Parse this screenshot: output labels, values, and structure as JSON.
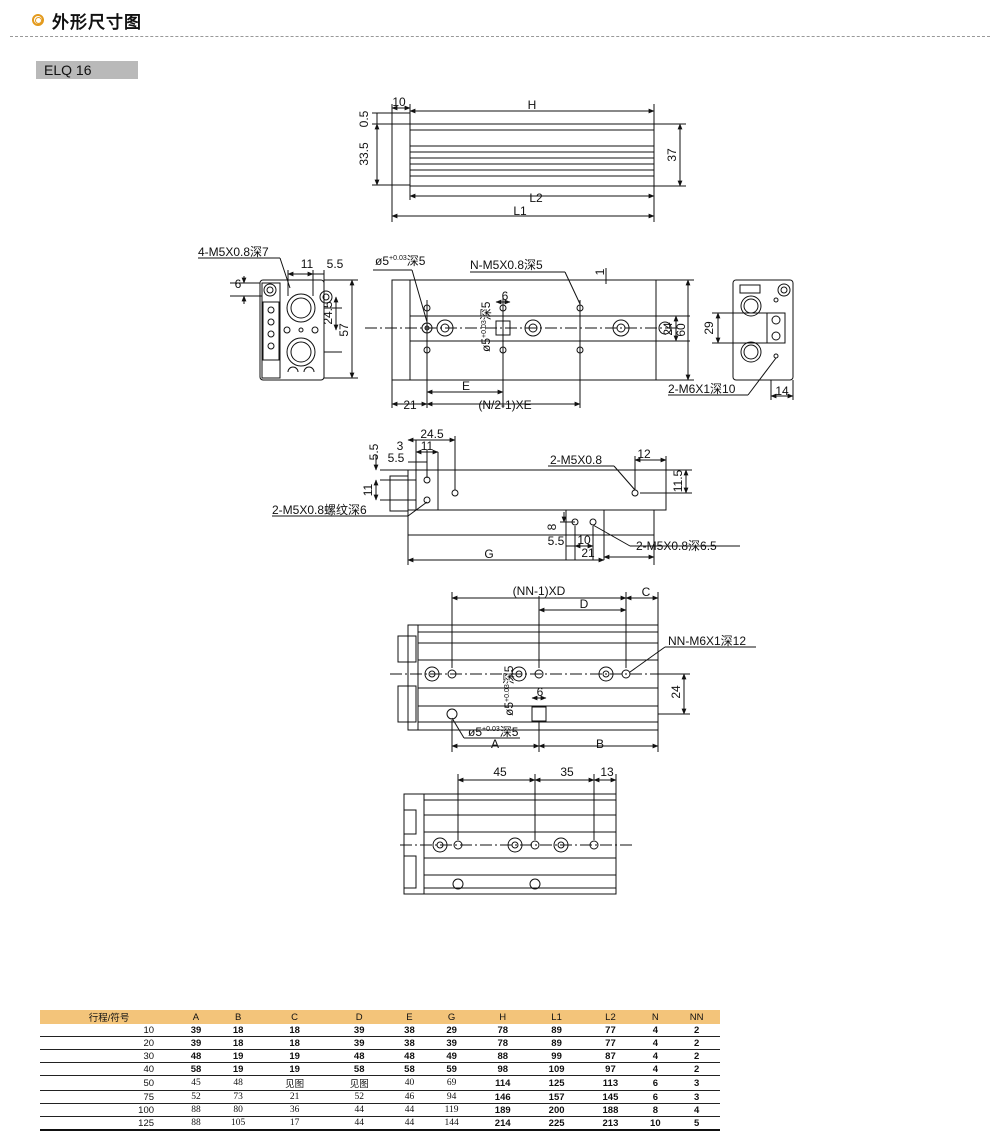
{
  "header": {
    "title": "外形尺寸图",
    "model": "ELQ 16"
  },
  "views": {
    "top": {
      "d0_5": "0.5",
      "d10": "10",
      "dH": "H",
      "d33_5": "33.5",
      "d37": "37",
      "dL2": "L2",
      "dL1": "L1"
    },
    "front": {
      "m5_7": "4-M5X0.8深7",
      "d11": "11",
      "d5_5": "5.5",
      "d6": "6",
      "d24_5": "24.5",
      "d57": "57",
      "phi": "ø5",
      "tol": "+0.03",
      "tol0": "0",
      "deep5": "深5",
      "nm5": "N-M5X0.8深5",
      "d1": "1",
      "d6b": "6",
      "d24": "24",
      "d60": "60",
      "dE": "E",
      "d21": "21",
      "nx": "(N/2-1)XE",
      "d29": "29",
      "m6": "2-M6X1深10",
      "d14": "14"
    },
    "side": {
      "d24_5": "24.5",
      "d3": "3",
      "d11": "11",
      "d5_5a": "5.5",
      "d5_5b": "5.5",
      "d11b": "11",
      "m5a": "2-M5X0.8",
      "d12": "12",
      "d11_5": "11.5",
      "m5b": "2-M5X0.8螺纹深6",
      "d8": "8",
      "d5_5c": "5.5",
      "d10": "10",
      "d21": "21",
      "dG": "G",
      "m5c": "2-M5X0.8深6.5"
    },
    "bottom": {
      "nnxd": "(NN-1)XD",
      "dC": "C",
      "dD": "D",
      "nnm6": "NN-M6X1深12",
      "d24": "24",
      "d6": "6",
      "phi": "ø5",
      "deep5": "深5",
      "dA": "A",
      "dB": "B"
    },
    "bottom2": {
      "d45": "45",
      "d35": "35",
      "d13": "13"
    }
  },
  "table": {
    "headers": [
      "行程/符号",
      "A",
      "B",
      "C",
      "D",
      "E",
      "G",
      "H",
      "L1",
      "L2",
      "N",
      "NN"
    ],
    "rows": [
      [
        "10",
        "39",
        "18",
        "18",
        "39",
        "38",
        "29",
        "78",
        "89",
        "77",
        "4",
        "2"
      ],
      [
        "20",
        "39",
        "18",
        "18",
        "39",
        "38",
        "39",
        "78",
        "89",
        "77",
        "4",
        "2"
      ],
      [
        "30",
        "48",
        "19",
        "19",
        "48",
        "48",
        "49",
        "88",
        "99",
        "87",
        "4",
        "2"
      ],
      [
        "40",
        "58",
        "19",
        "19",
        "58",
        "58",
        "59",
        "98",
        "109",
        "97",
        "4",
        "2"
      ],
      [
        "50",
        "45",
        "48",
        "见图",
        "见图",
        "40",
        "69",
        "114",
        "125",
        "113",
        "6",
        "3"
      ],
      [
        "75",
        "52",
        "73",
        "21",
        "52",
        "46",
        "94",
        "146",
        "157",
        "145",
        "6",
        "3"
      ],
      [
        "100",
        "88",
        "80",
        "36",
        "44",
        "44",
        "119",
        "189",
        "200",
        "188",
        "8",
        "4"
      ],
      [
        "125",
        "88",
        "105",
        "17",
        "44",
        "44",
        "144",
        "214",
        "225",
        "213",
        "10",
        "5"
      ]
    ]
  }
}
